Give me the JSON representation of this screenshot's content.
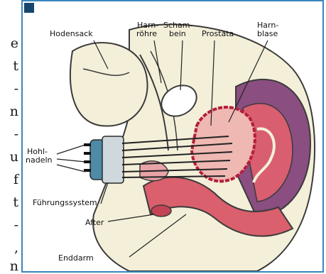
{
  "edge_text": [
    "e",
    "t",
    "-",
    "n",
    "-",
    "u",
    "f",
    "t",
    "-",
    ",",
    "n"
  ],
  "labels": {
    "hodensack": "Hodensack",
    "harnroehre_1": "Harn-",
    "harnroehre_2": "röhre",
    "schambein_1": "Scham-",
    "schambein_2": "bein",
    "prostata": "Prostata",
    "harnblase_1": "Harn-",
    "harnblase_2": "blase",
    "hohlnadeln_1": "Hohl-",
    "hohlnadeln_2": "nadeln",
    "fuehrungssystem": "Führungssystem",
    "after": "After",
    "enddarm": "Enddarm"
  },
  "colors": {
    "frame_border": "#3a86bd",
    "corner_square": "#16456f",
    "tissue_pink": "#e7a3a8",
    "rectum_red": "#d9606c",
    "prostata_fill": "#efb8b2",
    "prostata_outline": "#b51f3a",
    "bowel_purple": "#8a4e80",
    "bowel_red": "#d85e70",
    "skin": "#f4efd9",
    "needle_device": "#4f8aa6"
  }
}
